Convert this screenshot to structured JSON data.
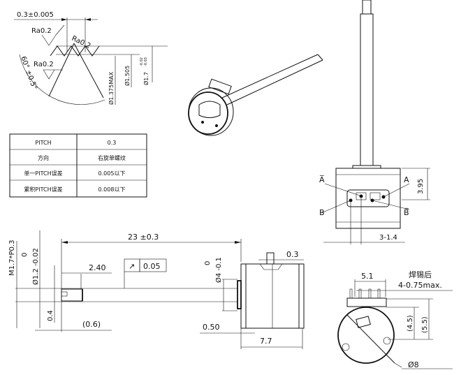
{
  "thread_detail": {
    "pitch_dim": "0.3±0.005",
    "roughness_1": "Ra0.2",
    "roughness_2": "Ra0.2",
    "roughness_3": "Ra0.2",
    "angle": "60° ±0.5°",
    "dia_root": "Ø1.375MAX",
    "dia_pitch": "Ø1.505",
    "dia_major": "Ø1.7",
    "dia_major_tol_upper": "-0.02",
    "dia_major_tol_lower": "-0.03"
  },
  "pitch_table": {
    "rows": [
      {
        "label": "PITCH",
        "value": "0.3"
      },
      {
        "label": "方向",
        "value": "右旋单螺纹"
      },
      {
        "label": "单一PITCH误差",
        "value": "0.005以下"
      },
      {
        "label": "累积PITCH误差",
        "value": "0.008以下"
      }
    ]
  },
  "side_view": {
    "thread_spec": "M1.7*P0.3",
    "shaft_dia_tol": "0",
    "shaft_dia": "Ø1.2 -0.02",
    "flat_width": "0.4",
    "overall_length": "23 ±0.3",
    "thread_length": "2.40",
    "runout_symbol": "↗",
    "runout_value": "0.05",
    "gap": "(0.6)",
    "boss_dia_tol": "0",
    "boss_dia": "Ø4 -0.1",
    "pin_width": "0.3",
    "flange": "0.50",
    "body_length": "7.7"
  },
  "top_view": {
    "pin_a_bar": "A̅",
    "pin_a": "A",
    "pin_b": "B",
    "pin_b_bar": "B̅",
    "height": "3.95",
    "pin_pitch": "3-1.4"
  },
  "front_view": {
    "note_cn": "焊锡后",
    "pin_note": "4-0.75max.",
    "pin_span": "5.1",
    "dim_inner": "(4.5)",
    "dim_outer": "(5.5)",
    "diameter": "Ø8"
  }
}
